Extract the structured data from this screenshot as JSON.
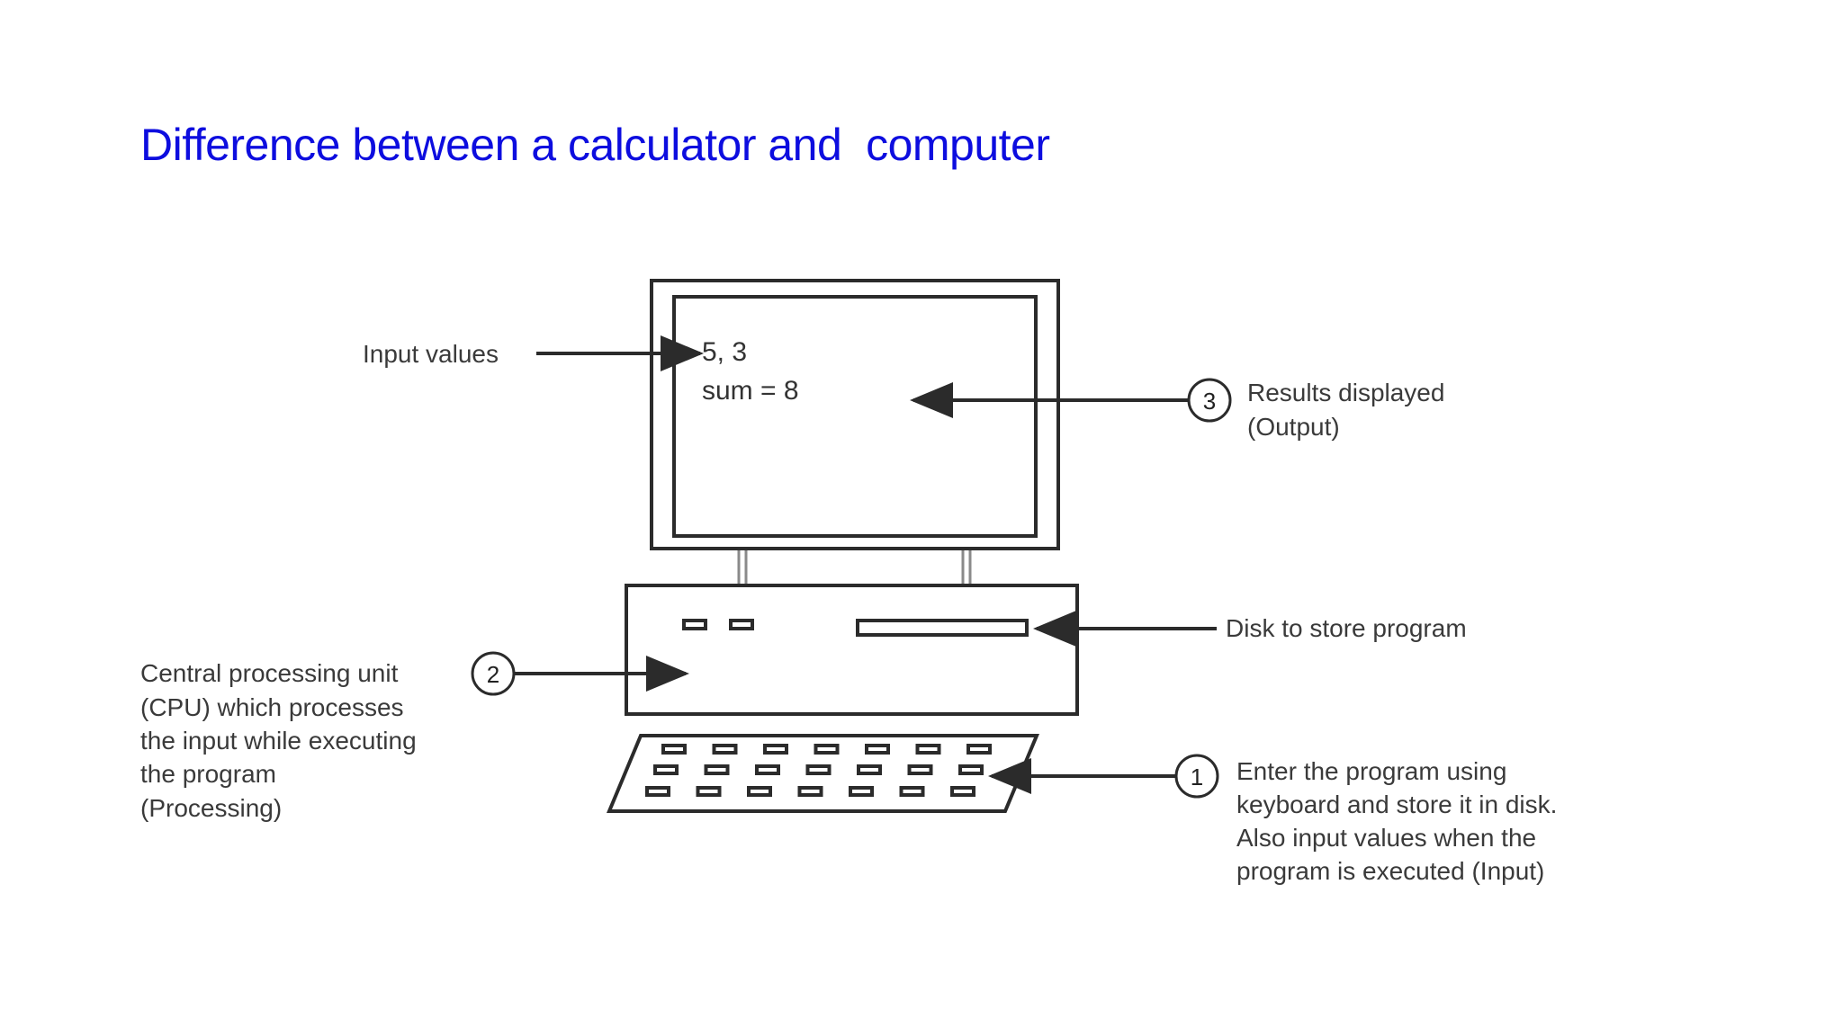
{
  "slide": {
    "title": "Difference between a calculator and  computer"
  },
  "diagram": {
    "screen": {
      "line1": "5, 3",
      "line2": "sum = 8"
    },
    "labels": {
      "input_values": "Input values",
      "results": [
        "Results displayed",
        "(Output)"
      ],
      "disk": "Disk to store program",
      "cpu": [
        "Central processing unit",
        "(CPU) which processes",
        "the input while executing",
        "the program",
        "(Processing)"
      ],
      "keyboard": [
        "Enter the program using",
        "keyboard and store it in disk.",
        "Also input values when the",
        "program is executed (Input)"
      ]
    },
    "step_numbers": {
      "output": "3",
      "processing": "2",
      "input": "1"
    }
  }
}
